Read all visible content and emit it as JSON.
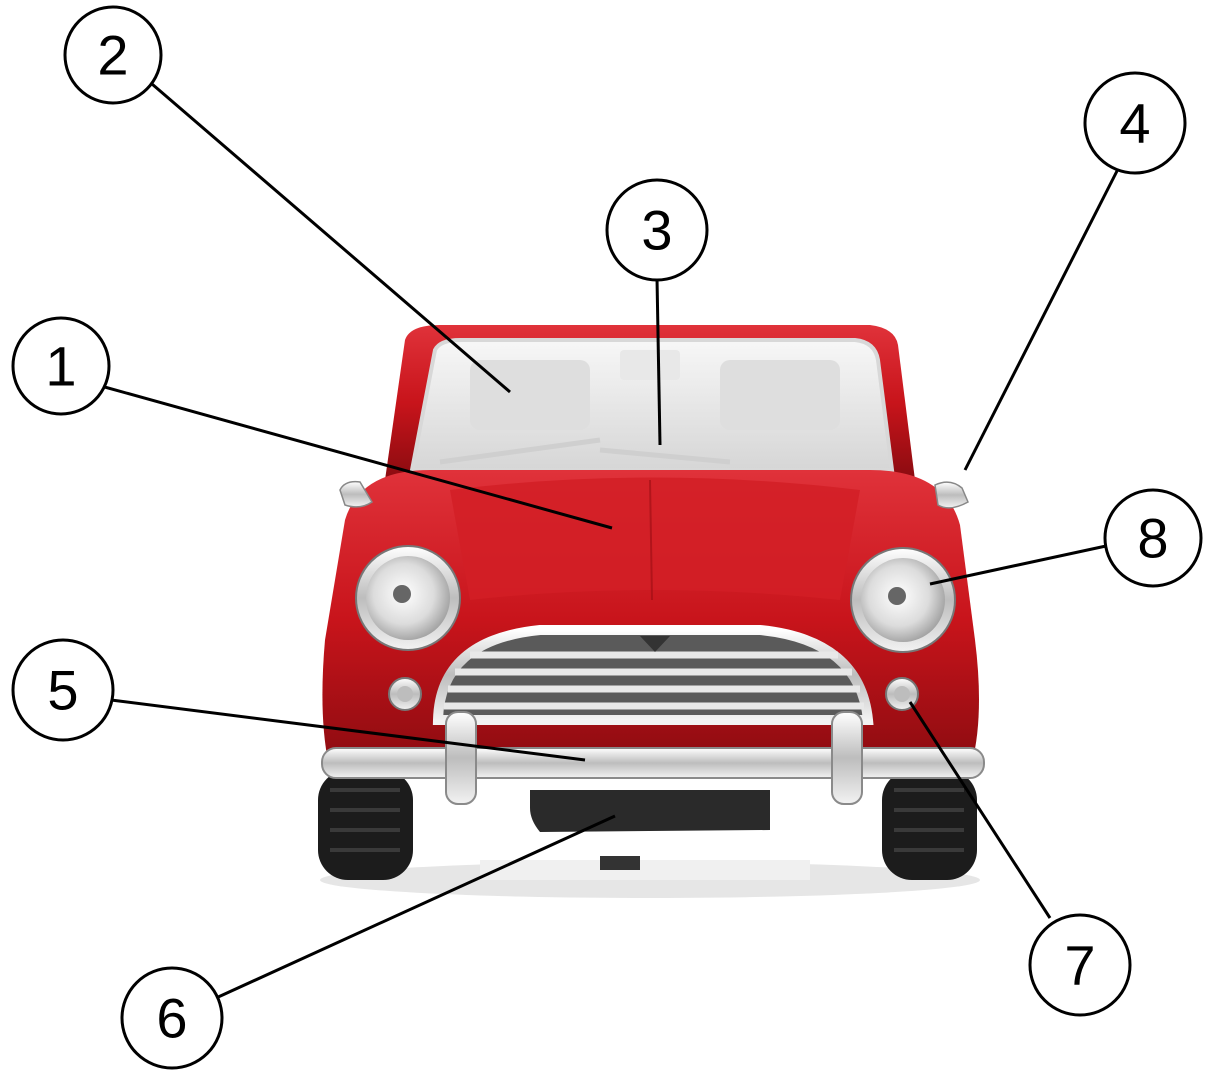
{
  "colors": {
    "body_red": "#c8141b",
    "body_red_dark": "#8a0b10",
    "chrome": "#e4e4e4",
    "glass": "#eeeeee",
    "tire": "#1c1c1c",
    "callout_stroke": "#000000"
  },
  "callouts": [
    {
      "id": "1",
      "label": "1"
    },
    {
      "id": "2",
      "label": "2"
    },
    {
      "id": "3",
      "label": "3"
    },
    {
      "id": "4",
      "label": "4"
    },
    {
      "id": "5",
      "label": "5"
    },
    {
      "id": "6",
      "label": "6"
    },
    {
      "id": "7",
      "label": "7"
    },
    {
      "id": "8",
      "label": "8"
    }
  ]
}
